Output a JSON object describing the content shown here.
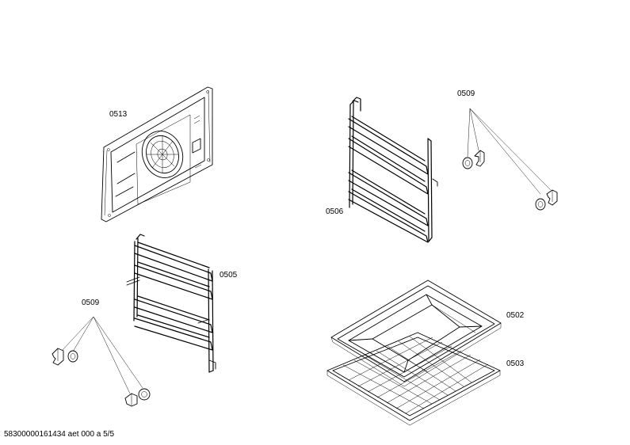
{
  "parts": [
    {
      "id": "back-panel",
      "label": "0513"
    },
    {
      "id": "rail-right",
      "label": "0506"
    },
    {
      "id": "clips-right",
      "label": "0509"
    },
    {
      "id": "rail-left",
      "label": "0505"
    },
    {
      "id": "clips-left",
      "label": "0509"
    },
    {
      "id": "tray",
      "label": "0502"
    },
    {
      "id": "grid",
      "label": "0503"
    }
  ],
  "footer": {
    "text": "58300000161434 aet 000 a 5/5"
  }
}
